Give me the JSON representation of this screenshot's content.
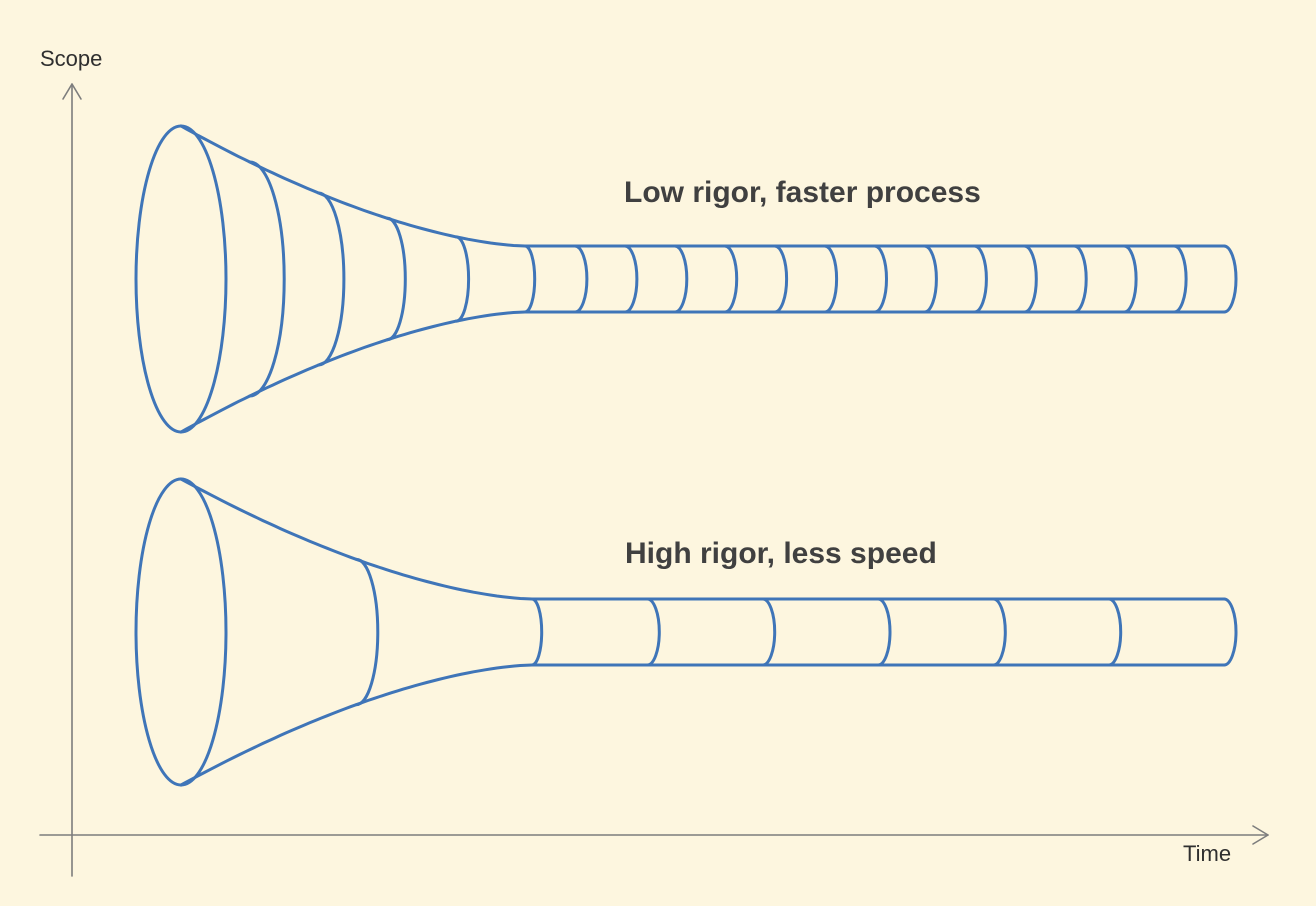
{
  "axes": {
    "y_label": "Scope",
    "x_label": "Time"
  },
  "funnels": [
    {
      "label": "Low rigor, faster process",
      "tapering_segments": 5,
      "tube_segments": 14
    },
    {
      "label": "High rigor, less speed",
      "tapering_segments": 2,
      "tube_segments": 6
    }
  ],
  "colors": {
    "background": "#fdf6df",
    "funnel_stroke": "#3f75b8",
    "axis_stroke": "#7d7d7d",
    "text": "#404040"
  }
}
